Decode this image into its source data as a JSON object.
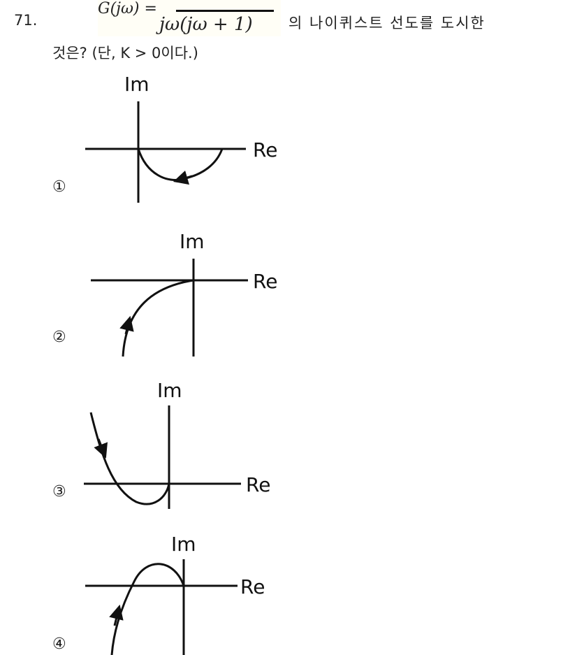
{
  "question": {
    "number": "71.",
    "formula_lhs": "G(jω) =",
    "formula_denominator": "jω(jω + 1)",
    "text_line1": "의 나이퀴스트 선도를 도시한",
    "text_line2": "것은? (단, K > 0이다.)"
  },
  "options": [
    {
      "marker": "①",
      "im_label": "Im",
      "re_label": "Re"
    },
    {
      "marker": "②",
      "im_label": "Im",
      "re_label": "Re"
    },
    {
      "marker": "③",
      "im_label": "Im",
      "re_label": "Re"
    },
    {
      "marker": "④",
      "im_label": "Im",
      "re_label": "Re"
    }
  ]
}
